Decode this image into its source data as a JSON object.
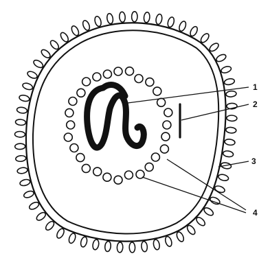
{
  "labels": [
    {
      "id": "1",
      "text": "1"
    },
    {
      "id": "2",
      "text": "2"
    },
    {
      "id": "3",
      "text": "3"
    },
    {
      "id": "4",
      "text": "4"
    }
  ],
  "colors": {
    "ink": "#111111",
    "background": "#ffffff"
  }
}
